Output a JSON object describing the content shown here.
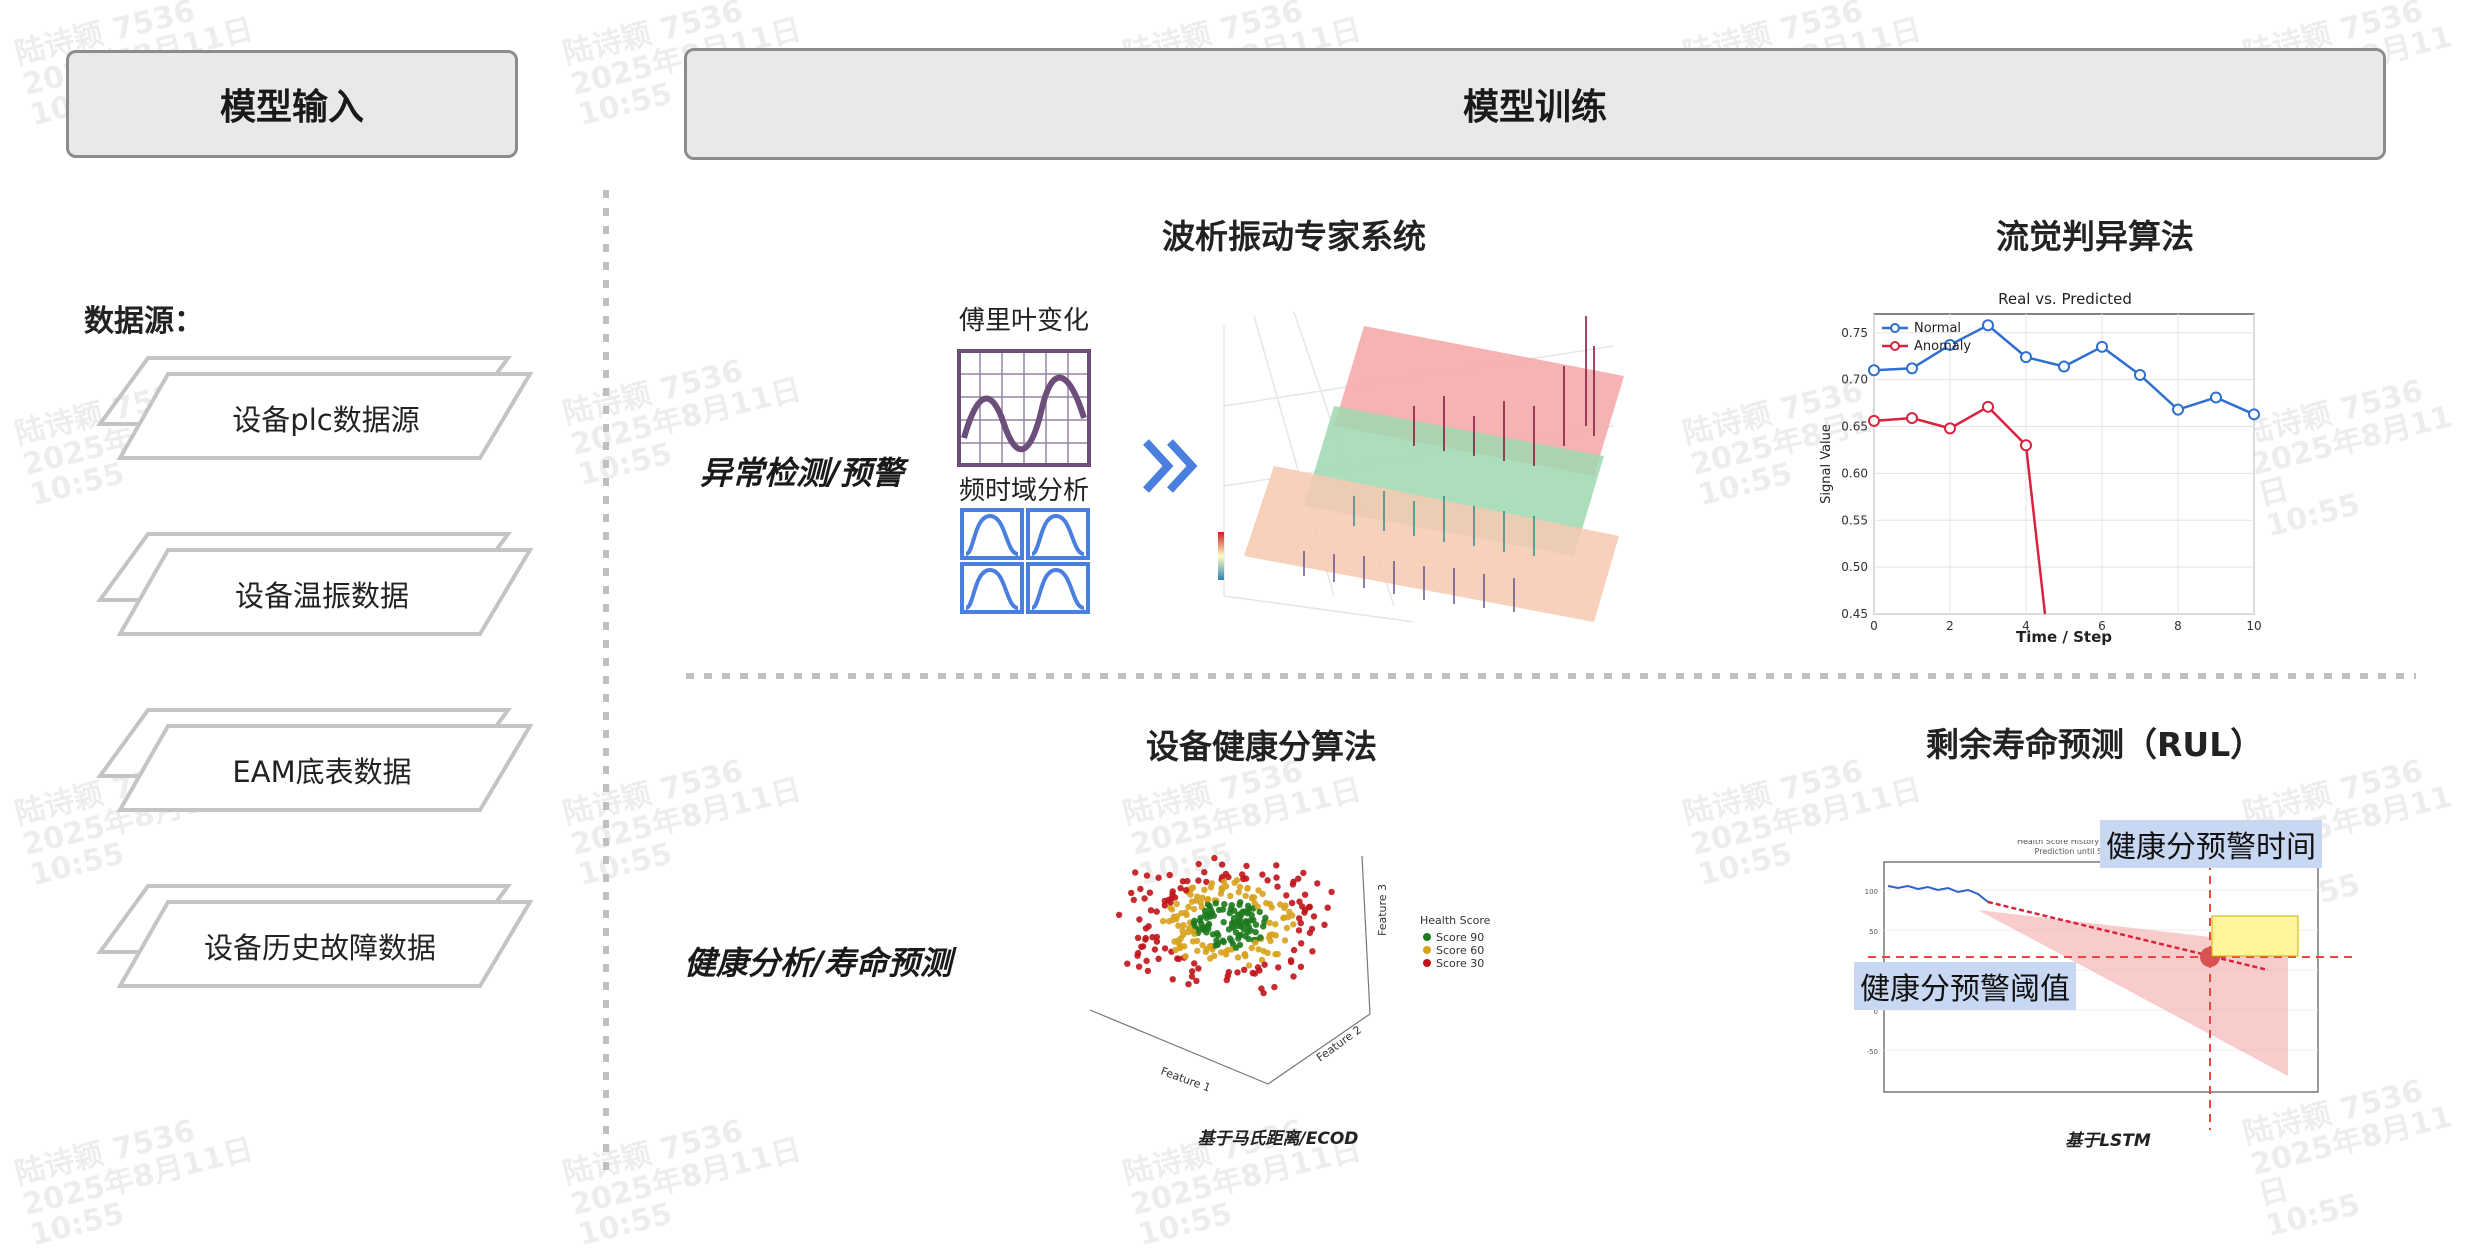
{
  "header": {
    "input_title": "模型输入",
    "training_title": "模型训练"
  },
  "sidebar": {
    "datasource_label": "数据源：",
    "sources": [
      "设备plc数据源",
      "设备温振数据",
      "EAM底表数据",
      "设备历史故障数据"
    ]
  },
  "rows": {
    "anomaly_label": "异常检测/预警",
    "health_label": "健康分析/寿命预测"
  },
  "sections": {
    "vibration": {
      "title": "波析振动专家系统",
      "fourier_label": "傅里叶变化",
      "freq_label": "频时域分析"
    },
    "flow": {
      "title": "流觉判异算法"
    },
    "health": {
      "title": "设备健康分算法",
      "caption": "基于马氏距离/ECOD"
    },
    "rul": {
      "title": "剩余寿命预测（RUL）",
      "caption": "基于LSTM",
      "warning_time_label": "健康分预警时间",
      "threshold_label": "健康分预警阈值"
    }
  },
  "watermark": {
    "line1": "陆诗颖 7536",
    "line2": "2025年8月11日",
    "line3": "10:55"
  },
  "chart_data": [
    {
      "type": "line",
      "title": "Real vs. Predicted",
      "xlabel": "Time / Step",
      "ylabel": "Signal Value",
      "xlim": [
        0,
        10
      ],
      "ylim": [
        0.45,
        0.77
      ],
      "xticks": [
        "0",
        "2",
        "4",
        "6",
        "8",
        "10"
      ],
      "yticks": [
        "0.45",
        "0.50",
        "0.55",
        "0.60",
        "0.65",
        "0.70",
        "0.75"
      ],
      "legend": "top-left",
      "grid": true,
      "series": [
        {
          "name": "Normal",
          "color": "#2f6fd0",
          "x": [
            0,
            1,
            2,
            3,
            4,
            5,
            6,
            7,
            8,
            9,
            10
          ],
          "y": [
            0.71,
            0.712,
            0.737,
            0.758,
            0.724,
            0.714,
            0.735,
            0.705,
            0.668,
            0.681,
            0.663
          ]
        },
        {
          "name": "Anomaly",
          "color": "#d8233f",
          "x": [
            0,
            1,
            2,
            3,
            4,
            4.5
          ],
          "y": [
            0.656,
            0.659,
            0.648,
            0.671,
            0.63,
            0.45
          ]
        }
      ]
    }
  ],
  "colors": {
    "accent_blue": "#4a7fe0",
    "fourier_purple": "#6b4e7a",
    "anomaly_red": "#d8233f",
    "normal_blue": "#2f6fd0",
    "box_border": "#8c8c8c",
    "dash_gray": "#bfbfbf"
  }
}
